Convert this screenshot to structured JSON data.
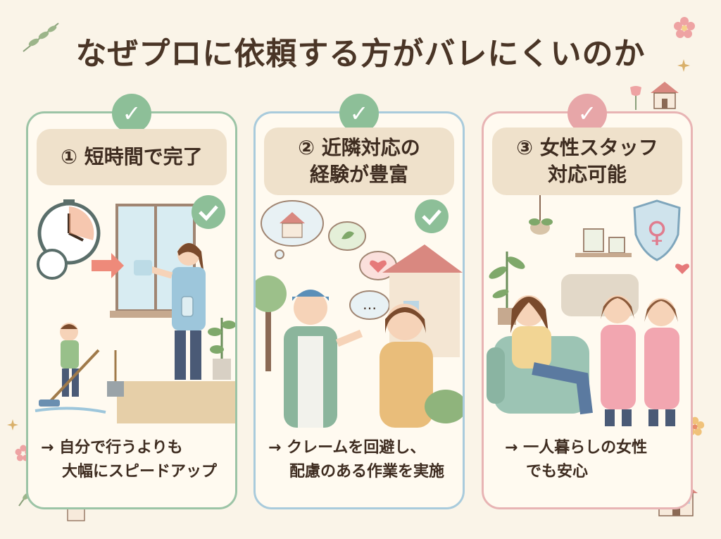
{
  "title": "なぜプロに依頼する方がバレにくいのか",
  "cards": [
    {
      "heading": "① 短時間で完了",
      "desc_line1": "→ 自分で行うよりも",
      "desc_line2": "大幅にスピードアップ",
      "accent": "#9cc4a6"
    },
    {
      "heading_line1": "② 近隣対応の",
      "heading_line2": "経験が豊富",
      "desc_line1": "→ クレームを回避し、",
      "desc_line2": "配慮のある作業を実施",
      "accent": "#a9cbdc"
    },
    {
      "heading_line1": "③ 女性スタッフ",
      "heading_line2": "対応可能",
      "desc_line1": "→ 一人暮らしの女性",
      "desc_line2": "でも安心",
      "accent": "#e8b4b4"
    }
  ],
  "badge_glyph": "✓",
  "female_symbol": "♀",
  "speech_dots": "…"
}
